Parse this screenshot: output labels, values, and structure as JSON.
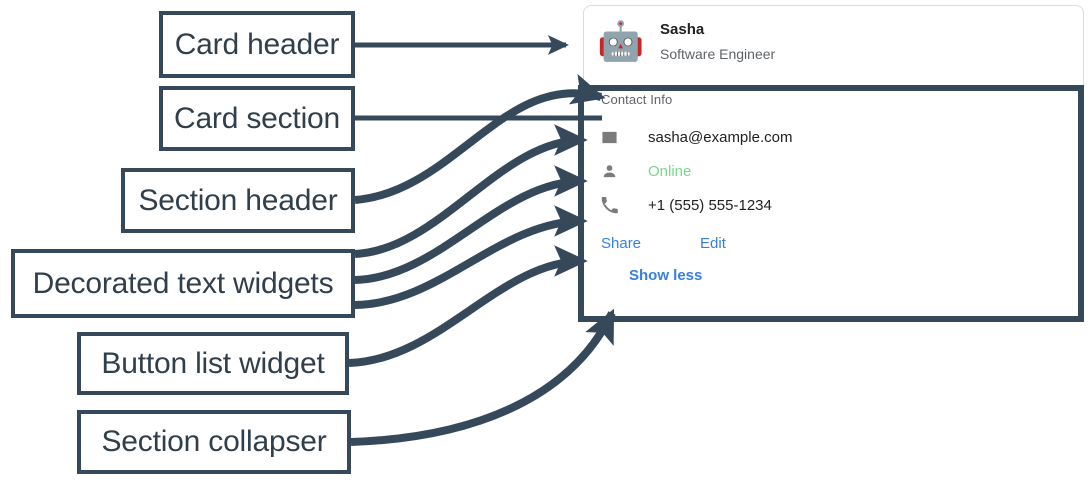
{
  "annotations": {
    "labels": [
      {
        "id": "card-header",
        "text": "Card header"
      },
      {
        "id": "card-section",
        "text": "Card section"
      },
      {
        "id": "section-header",
        "text": "Section header"
      },
      {
        "id": "decorated",
        "text": "Decorated text widgets"
      },
      {
        "id": "button-list",
        "text": "Button list widget"
      },
      {
        "id": "collapser",
        "text": "Section collapser"
      }
    ],
    "arrow_color": "#36495a"
  },
  "card": {
    "header": {
      "avatar_icon": "robot-avatar-icon",
      "avatar_glyph": "🤖",
      "title": "Sasha",
      "subtitle": "Software Engineer"
    },
    "section": {
      "header": "Contact Info",
      "widgets": [
        {
          "icon": "email-icon",
          "text": "sasha@example.com",
          "style": "default"
        },
        {
          "icon": "person-icon",
          "text": "Online",
          "style": "online"
        },
        {
          "icon": "phone-icon",
          "text": "+1 (555) 555-1234",
          "style": "default"
        }
      ],
      "buttons": [
        {
          "id": "share",
          "label": "Share"
        },
        {
          "id": "edit",
          "label": "Edit"
        }
      ],
      "collapser": {
        "label": "Show less"
      }
    }
  },
  "colors": {
    "annotation": "#36495a",
    "link": "#3780e0",
    "online": "#78d98a",
    "muted": "#5f6368",
    "text": "#202124",
    "card_border": "#dadce0"
  }
}
